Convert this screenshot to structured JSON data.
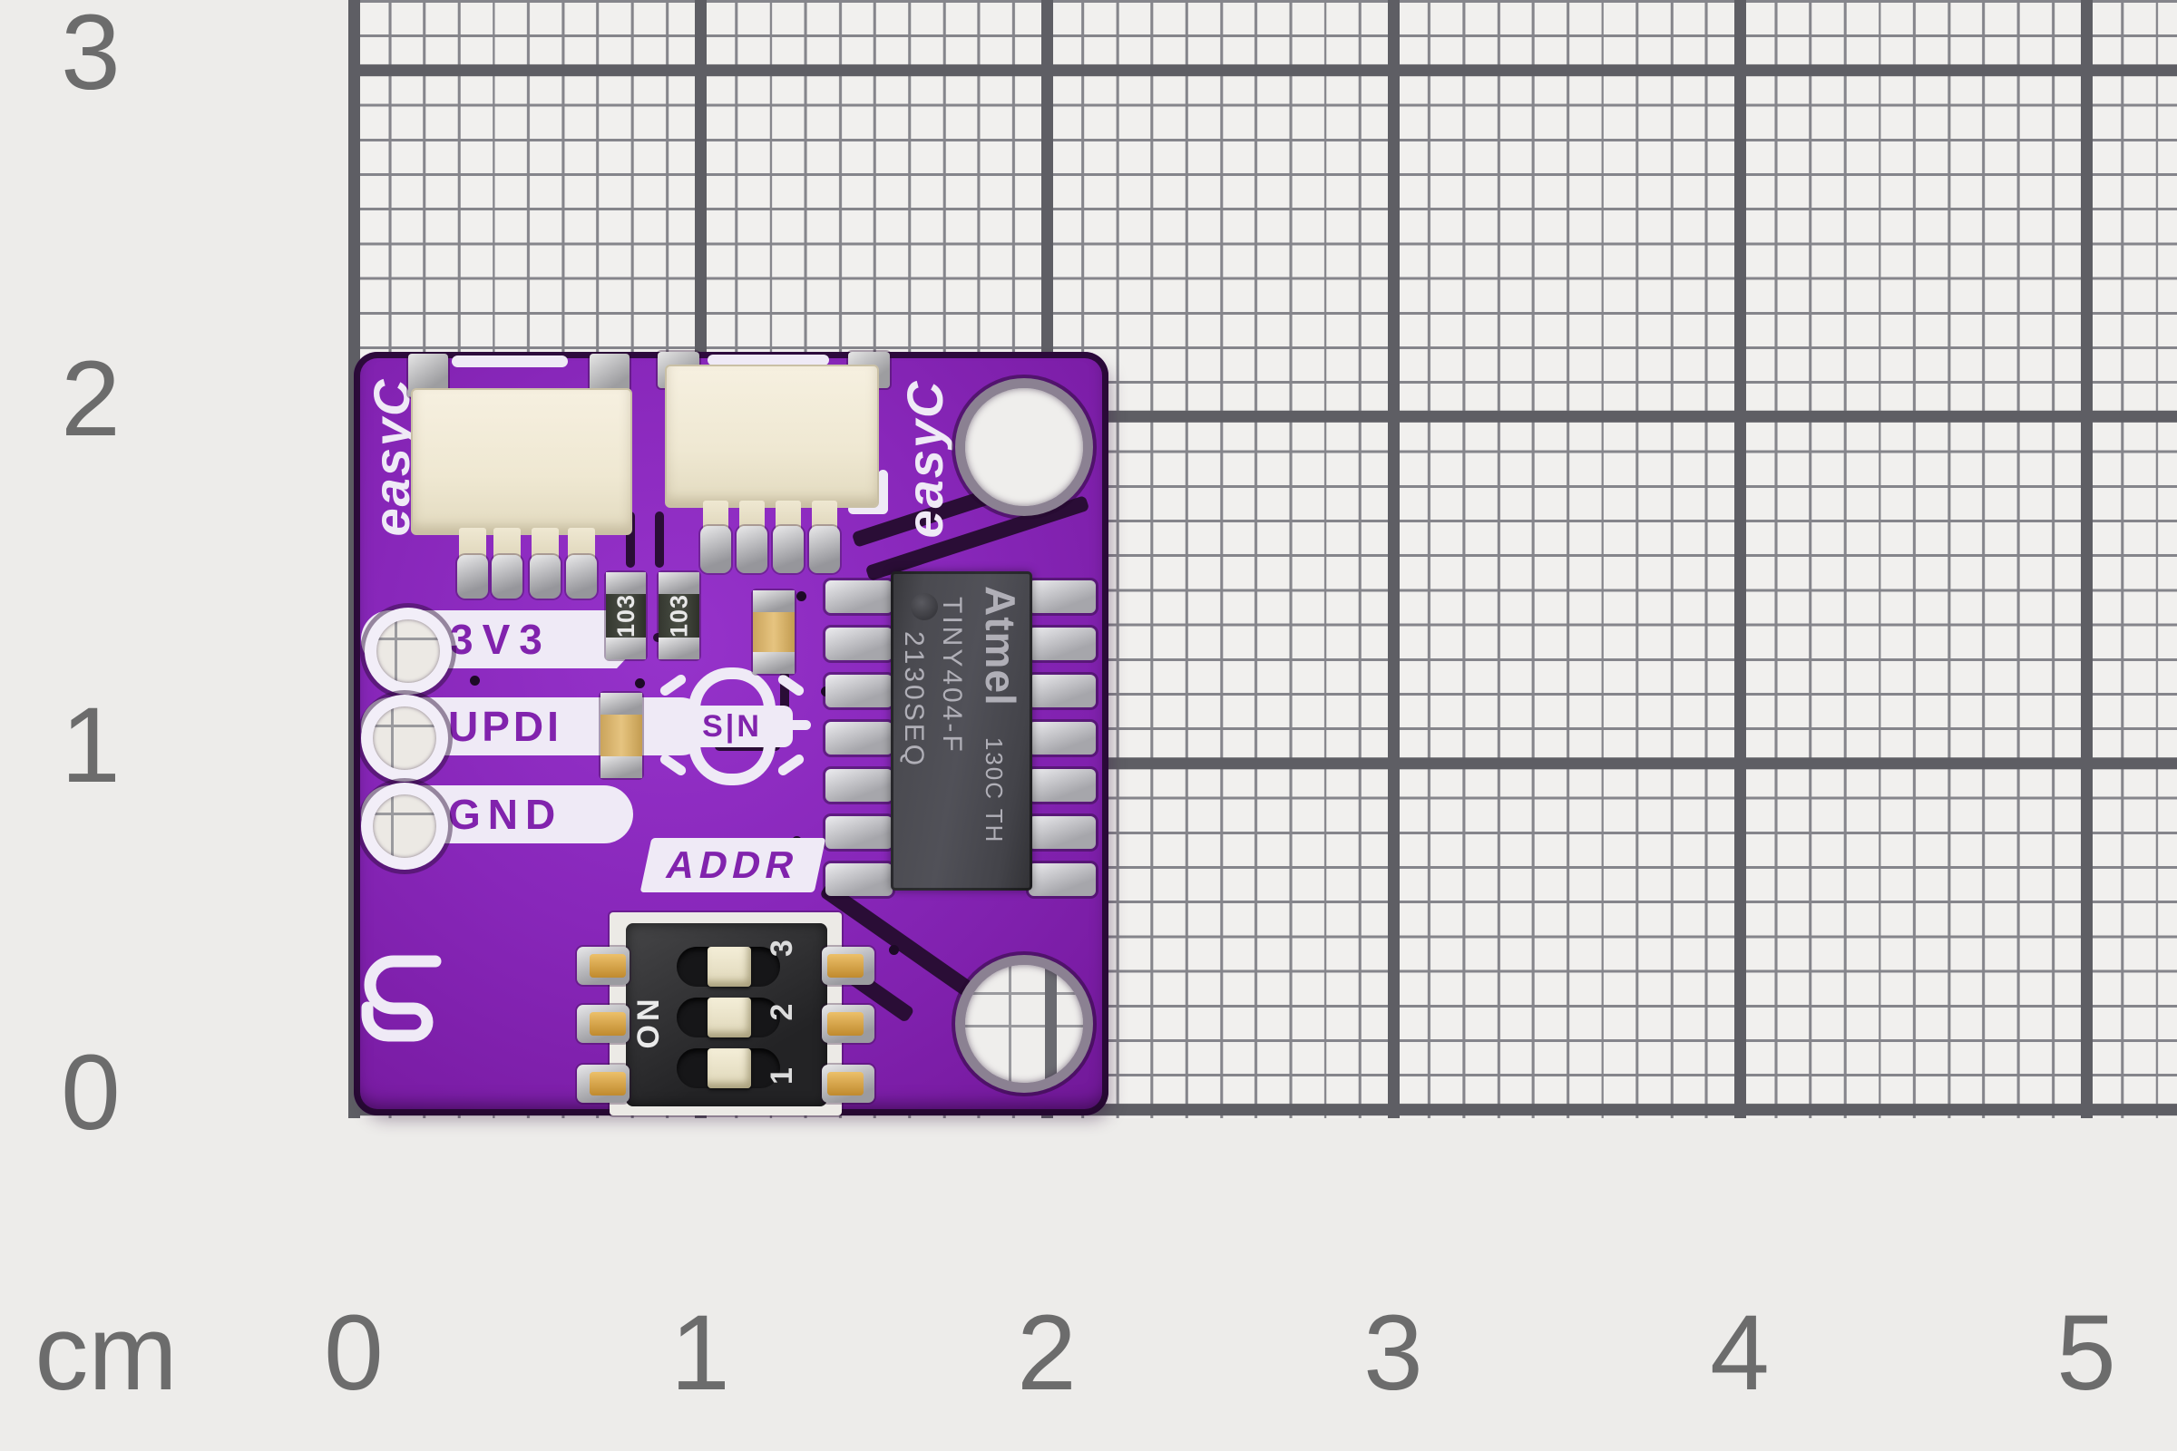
{
  "ruler": {
    "unit_label": "cm",
    "bottom_labels": [
      "0",
      "1",
      "2",
      "3",
      "4",
      "5"
    ],
    "left_labels": [
      "3",
      "2",
      "1",
      "0"
    ]
  },
  "pcb": {
    "easyc_left": "easyC",
    "easyc_right": "easyC",
    "pads": {
      "pad1": "3V3",
      "pad2": "UPDI",
      "pad3": "GND"
    },
    "addr_label": "ADDR",
    "bug_logo_text": "S|N",
    "chip": {
      "brand": "Atmel",
      "lot": "130C TH",
      "part": "TINY404-F",
      "date_code": "2130SEQ"
    },
    "dip_switch": {
      "on_label": "ON",
      "position_labels": [
        "1",
        "2",
        "3"
      ]
    },
    "resistor_marking": "103"
  },
  "colors": {
    "board_purple": "#8827ba",
    "board_edge": "#26092f",
    "silkscreen": "#efeaf6",
    "silk_text_purple": "#8123ad",
    "trace_dark": "#2a0d36",
    "chip_body_gray": "#454549",
    "connector_cream": "#efe8d2",
    "dip_gold": "#d6a44b",
    "paper": "#f1f0ee",
    "grid_thin_line": "#85858b",
    "grid_thick_line": "#5e5e64",
    "ruler_text": "#6c6c6c"
  }
}
